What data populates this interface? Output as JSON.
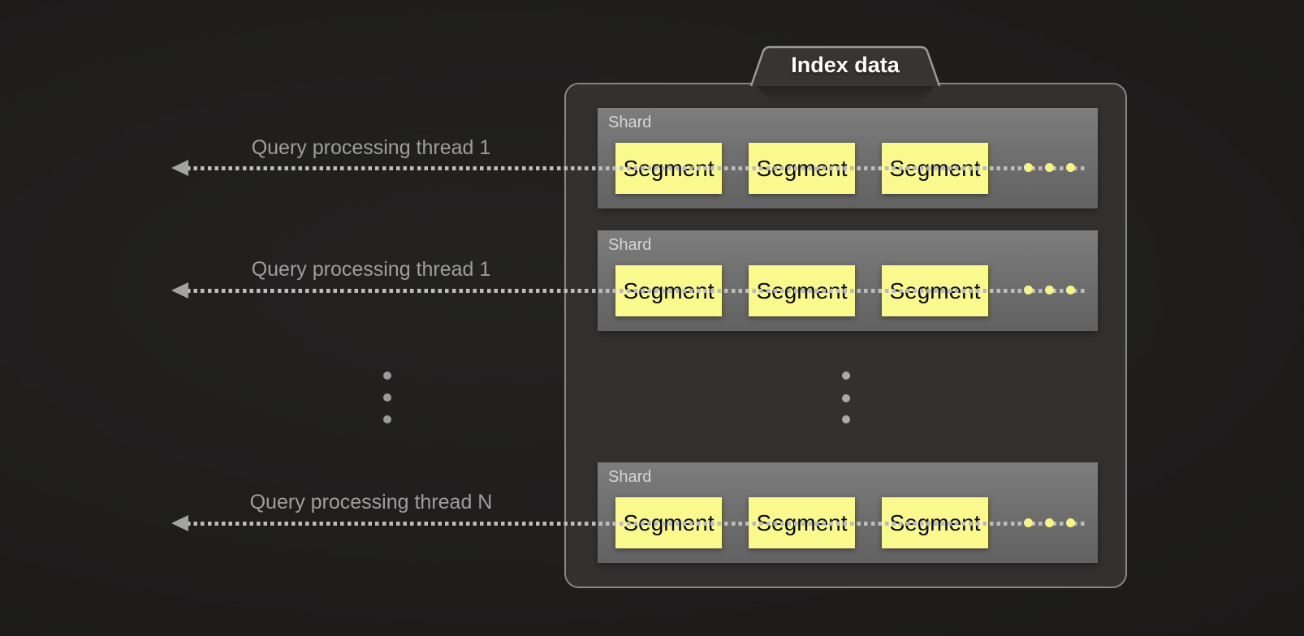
{
  "diagram": {
    "title": "Index data",
    "threads": [
      {
        "label": "Query processing thread 1"
      },
      {
        "label": "Query processing thread 1"
      },
      {
        "label": "Query processing thread N"
      }
    ],
    "shards": [
      {
        "label": "Shard",
        "segments": [
          "Segment",
          "Segment",
          "Segment"
        ],
        "overflow_dots": 3
      },
      {
        "label": "Shard",
        "segments": [
          "Segment",
          "Segment",
          "Segment"
        ],
        "overflow_dots": 3
      },
      {
        "label": "Shard",
        "segments": [
          "Segment",
          "Segment",
          "Segment"
        ],
        "overflow_dots": 3
      }
    ],
    "ellipsis": {
      "left_threads_dots": 3,
      "index_shards_dots": 3
    },
    "colors": {
      "background": "#1c1b1a",
      "panel_fill": "#323130",
      "panel_border": "#868686",
      "shard_fill_top": "#7d7d7d",
      "shard_fill_bottom": "#626262",
      "segment_fill": "#f9f98d",
      "segment_text": "#0a0a0a",
      "yellow_dot": "#f6f584",
      "arrow_and_dots": "#bcbcbc",
      "thread_text": "#9e9e9e",
      "shard_label_text": "#d6d6d6",
      "title_text": "#ffffff"
    }
  }
}
